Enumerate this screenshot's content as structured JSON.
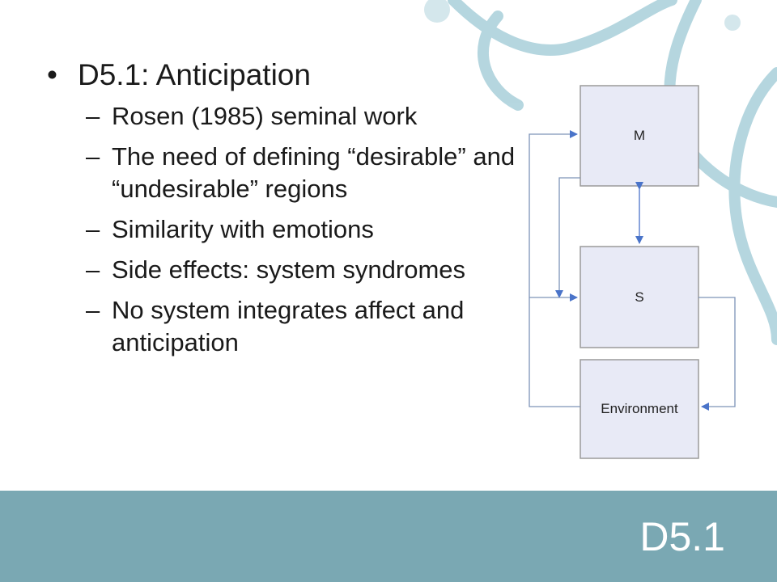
{
  "slide": {
    "bullet": "D5.1: Anticipation",
    "sub_bullets": [
      "Rosen (1985) seminal work",
      "The need of defining “desirable” and “undesirable” regions",
      "Similarity with emotions",
      "Side effects: system syndromes",
      "No system integrates affect and anticipation"
    ]
  },
  "diagram": {
    "boxes": [
      "M",
      "S",
      "Environment"
    ]
  },
  "footer": {
    "title": "D5.1"
  },
  "colors": {
    "footer_band": "#7aa8b3",
    "swirl": "#a9d0da",
    "box_fill": "#e8eaf6",
    "arrow": "#4a74c9"
  }
}
